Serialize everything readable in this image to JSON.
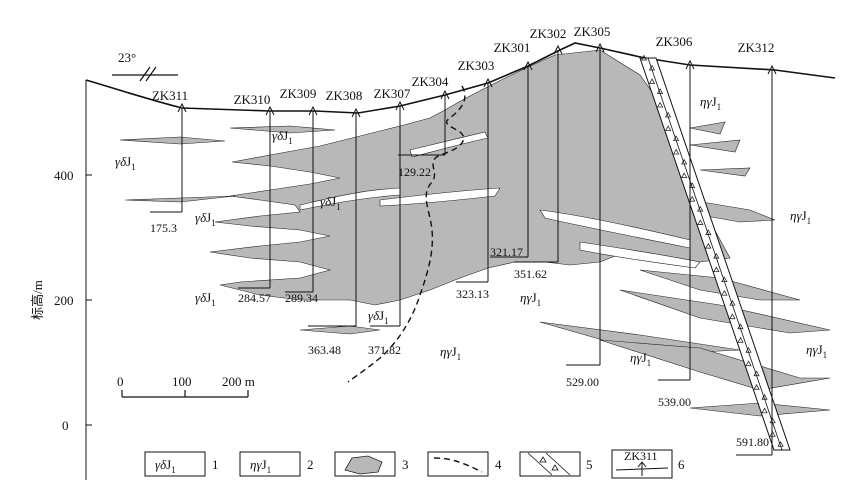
{
  "diagram": {
    "orientation_label": "23°",
    "axis": {
      "ylabel": "标高/m",
      "ticks": [
        {
          "label": "400",
          "value": 400
        },
        {
          "label": "200",
          "value": 200
        },
        {
          "label": "0",
          "value": 0
        }
      ]
    },
    "scale_bar": {
      "labels": [
        "0",
        "100",
        "200 m"
      ]
    },
    "boreholes": [
      {
        "id": "ZK311",
        "depth": "175.3"
      },
      {
        "id": "ZK310",
        "depth": "284.57"
      },
      {
        "id": "ZK309",
        "depth": "289.34"
      },
      {
        "id": "ZK308",
        "depth": "363.48"
      },
      {
        "id": "ZK307",
        "depth": "371.82"
      },
      {
        "id": "ZK304",
        "depth": "129.22"
      },
      {
        "id": "ZK303",
        "depth": "323.13"
      },
      {
        "id": "ZK301",
        "depth": "321.17"
      },
      {
        "id": "ZK302",
        "depth": "351.62"
      },
      {
        "id": "ZK305",
        "depth": "529.00"
      },
      {
        "id": "ZK306",
        "depth": "539.00"
      },
      {
        "id": "ZK312",
        "depth": "591.80"
      }
    ],
    "rock_labels": [
      {
        "name": "gd",
        "base": "γδ",
        "sub": "1"
      },
      {
        "name": "eg",
        "base": "ηγ",
        "sub": "1"
      }
    ],
    "legend": [
      {
        "num": "1",
        "item": "γδJ1"
      },
      {
        "num": "2",
        "item": "ηγJ1"
      },
      {
        "num": "3",
        "item": "ore-body"
      },
      {
        "num": "4",
        "item": "boundary"
      },
      {
        "num": "5",
        "item": "fault-breccia"
      },
      {
        "num": "6",
        "item": "ZK311"
      }
    ]
  }
}
